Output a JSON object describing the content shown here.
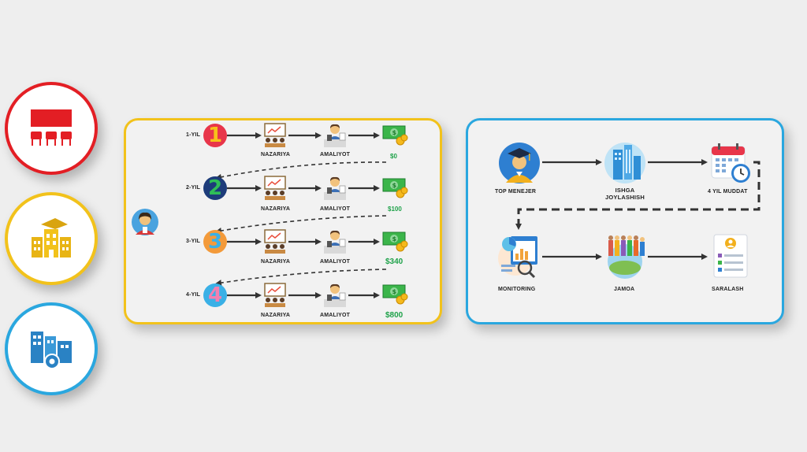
{
  "colors": {
    "red": "#e31e24",
    "yellow": "#f2c21b",
    "blue": "#2aa7df",
    "arrow": "#333333",
    "money": "#1fa24a"
  },
  "side_icons": [
    {
      "icon": "cinema-seats-icon",
      "color": "#e31e24"
    },
    {
      "icon": "school-building-icon",
      "color": "#f2c21b"
    },
    {
      "icon": "factory-gear-icon",
      "color": "#2aa7df"
    }
  ],
  "left_panel": {
    "rows": [
      {
        "year": "1-YIL",
        "number": "1",
        "theory": "NAZARIYA",
        "practice": "AMALIYOT",
        "amount": "$0"
      },
      {
        "year": "2-YIL",
        "number": "2",
        "theory": "NAZARIYA",
        "practice": "AMALIYOT",
        "amount": "$100"
      },
      {
        "year": "3-YIL",
        "number": "3",
        "theory": "NAZARIYA",
        "practice": "AMALIYOT",
        "amount": "$340"
      },
      {
        "year": "4-YIL",
        "number": "4",
        "theory": "NAZARIYA",
        "practice": "AMALIYOT",
        "amount": "$800"
      }
    ],
    "person_icon": "student-avatar-icon"
  },
  "right_panel": {
    "top": [
      {
        "label": "TOP MENEJER",
        "icon": "graduate-icon"
      },
      {
        "label": "ISHGA JOYLASHISH",
        "icon": "office-buildings-icon"
      },
      {
        "label": "4 YIL MUDDAT",
        "icon": "calendar-clock-icon"
      }
    ],
    "bottom": [
      {
        "label": "MONITORING",
        "icon": "analytics-icon"
      },
      {
        "label": "JAMOA",
        "icon": "team-icon"
      },
      {
        "label": "SARALASH",
        "icon": "checklist-icon"
      }
    ]
  }
}
